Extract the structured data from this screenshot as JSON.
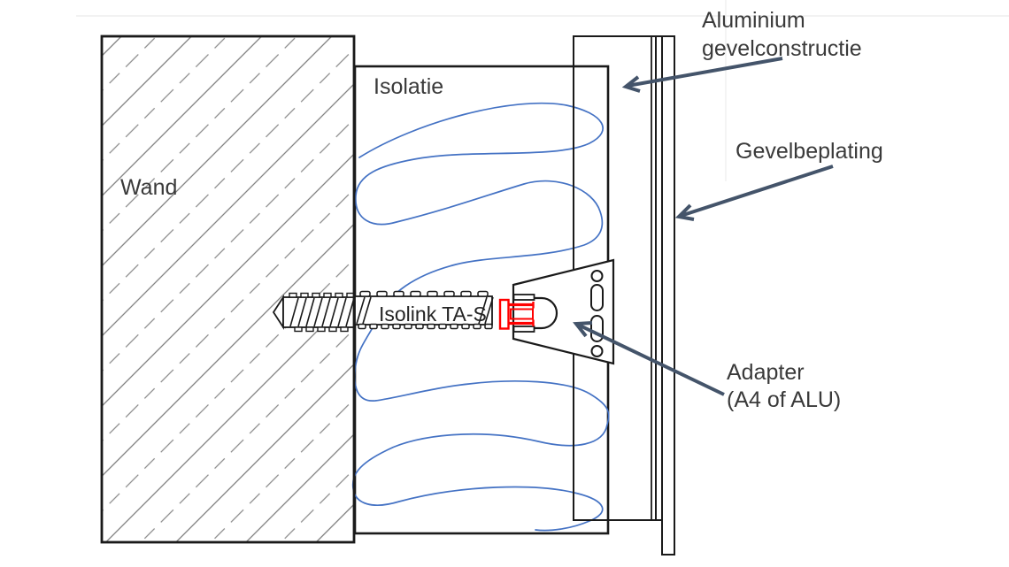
{
  "diagram": {
    "labels": {
      "wall": "Wand",
      "insulation": "Isolatie",
      "fastener": "Isolink TA-S",
      "facade_line1": "Aluminium",
      "facade_line2": "gevelconstructie",
      "cladding": "Gevelbeplating",
      "adapter_line1": "Adapter",
      "adapter_line2": "(A4 of ALU)"
    },
    "colors": {
      "outline": "#1a1a1a",
      "hatch_gray": "#7a7a7a",
      "insulation_blue": "#4472C4",
      "fastener_red": "#FF0000",
      "annotation_arrow": "#44546A",
      "label_text": "#3a3a3a",
      "background": "#ffffff"
    }
  }
}
